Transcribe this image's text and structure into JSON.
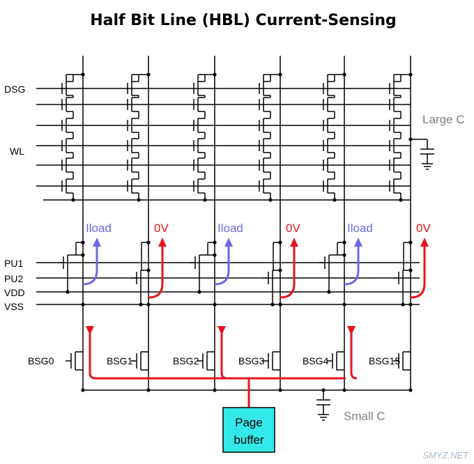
{
  "title": "Half Bit Line (HBL) Current-Sensing",
  "left_labels": {
    "dsg": "DSG",
    "wl": "WL",
    "pu1": "PU1",
    "pu2": "PU2",
    "vdd": "VDD",
    "vss": "VSS"
  },
  "current_labels": [
    {
      "text": "Iload",
      "kind": "load"
    },
    {
      "text": "0V",
      "kind": "zero"
    },
    {
      "text": "Iload",
      "kind": "load"
    },
    {
      "text": "0V",
      "kind": "zero"
    },
    {
      "text": "Iload",
      "kind": "load"
    },
    {
      "text": "0V",
      "kind": "zero"
    }
  ],
  "bsg_labels": [
    "BSG0",
    "BSG1",
    "BSG2",
    "BSG3",
    "BSG4",
    "BSG15"
  ],
  "large_c_label": "Large C",
  "small_c_label": "Small C",
  "page_buffer": {
    "line1": "Page",
    "line2": "buffer"
  },
  "watermark": "SMYZ.NET",
  "colors": {
    "wire": "#000000",
    "load_arrow": "#6a6ae8",
    "zero_arrow": "#e8141c",
    "cap_label": "#808080",
    "page_buffer_fill": "#33e8e8"
  }
}
